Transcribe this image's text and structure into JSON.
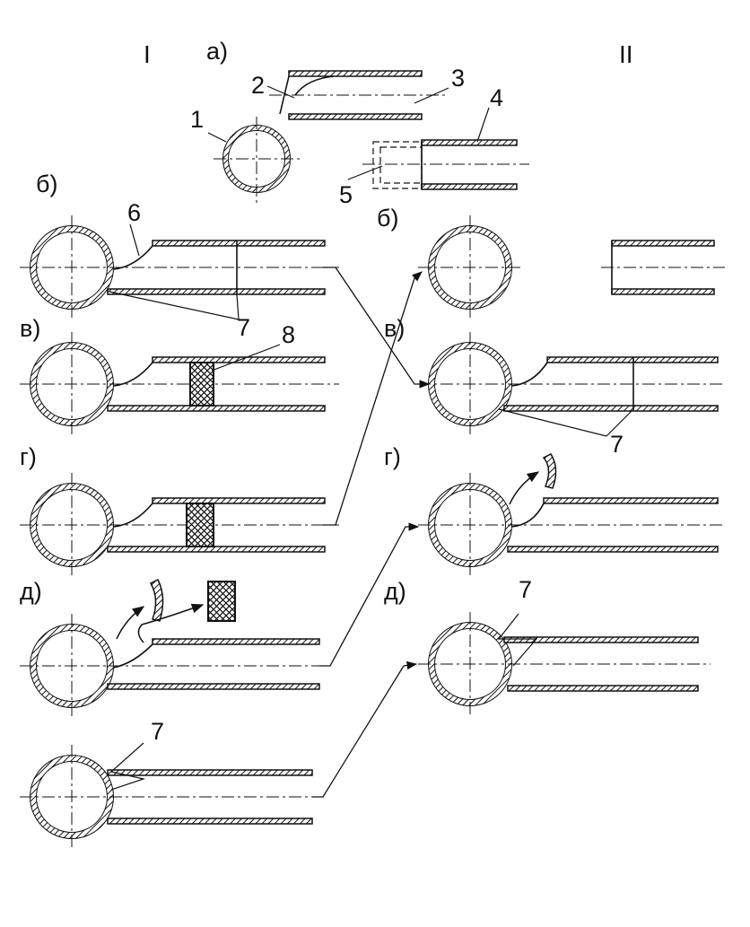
{
  "columns": {
    "left": "I",
    "right": "II"
  },
  "stages": {
    "a": "а)",
    "b": "б)",
    "v": "в)",
    "g": "г)",
    "d": "д)"
  },
  "callouts": {
    "n1": "1",
    "n2": "2",
    "n3": "3",
    "n4": "4",
    "n5": "5",
    "n6": "6",
    "n7": "7",
    "n8": "8"
  },
  "colors": {
    "ink": "#111111",
    "background": "#ffffff"
  }
}
